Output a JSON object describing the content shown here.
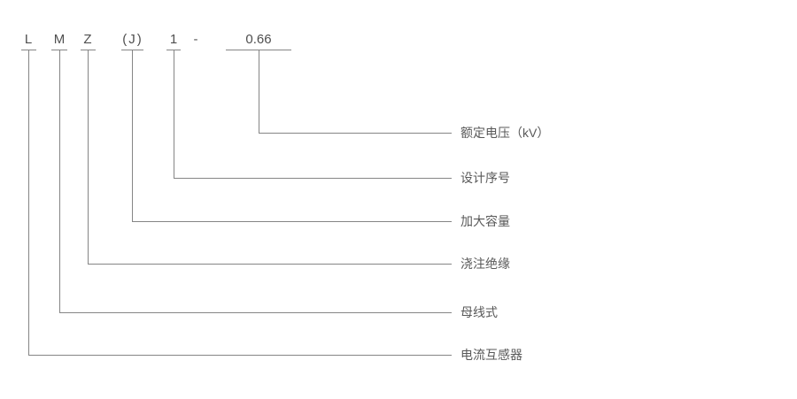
{
  "diagram": {
    "separator": "-",
    "parts": [
      {
        "code": "L",
        "meaning": "电流互感器"
      },
      {
        "code": "M",
        "meaning": "母线式"
      },
      {
        "code": "Z",
        "meaning": "浇注绝缘"
      },
      {
        "code": "(J)",
        "meaning": "加大容量"
      },
      {
        "code": "1",
        "meaning": "设计序号"
      },
      {
        "code": "0.66",
        "meaning": "额定电压（kV）"
      }
    ]
  }
}
